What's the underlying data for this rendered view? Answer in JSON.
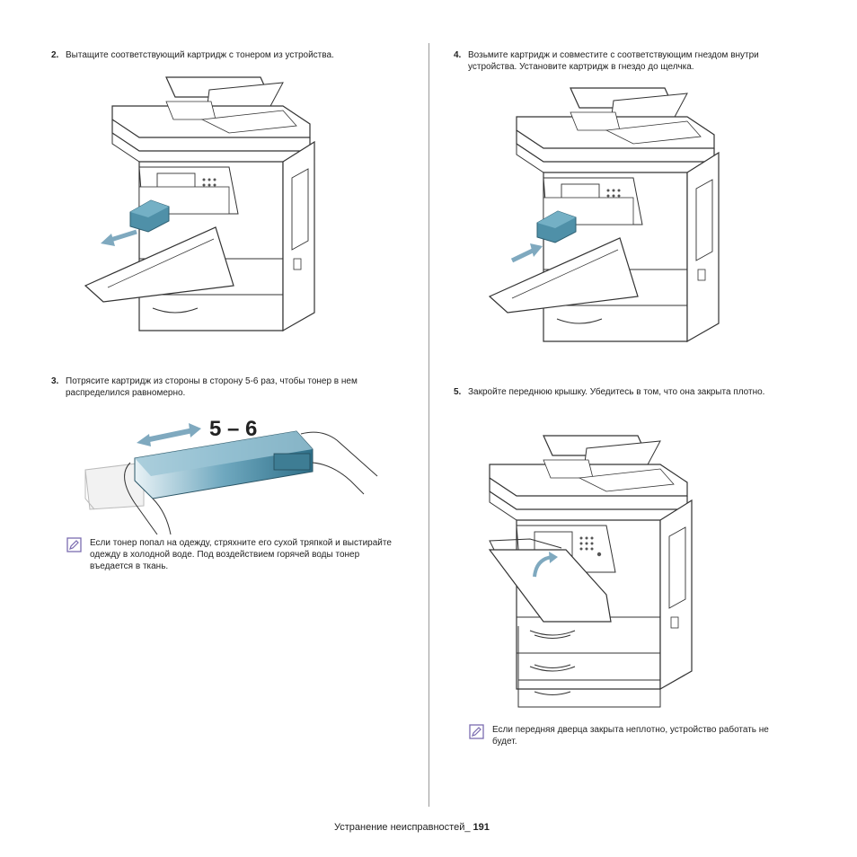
{
  "steps": [
    {
      "num": "2.",
      "text": "Вытащите соответствующий картридж с тонером из устройства."
    },
    {
      "num": "3.",
      "text": "Потрясите картридж из стороны в сторону 5-6 раз, чтобы тонер в нем распределился равномерно."
    },
    {
      "num": "4.",
      "text": "Возьмите картридж и совместите с соответствующим гнездом внутри устройства. Установите картридж в гнездо до щелчка."
    },
    {
      "num": "5.",
      "text": "Закройте переднюю крышку. Убедитесь в том, что она закрыта плотно."
    }
  ],
  "notes": [
    {
      "text": "Если тонер попал на одежду, стряхните его сухой тряпкой и выстирайте одежду в холодной воде. Под воздействием горячей воды тонер въедается в ткань."
    },
    {
      "text": "Если передняя дверца закрыта неплотно, устройство работать не будет."
    }
  ],
  "shake_label": "5 – 6",
  "footer": {
    "label": "Устранение неисправностей_",
    "page": "191"
  },
  "colors": {
    "cartridge": "#4f90a8",
    "arrow": "#7fa9bf",
    "note_icon": "#7b6cb0"
  }
}
